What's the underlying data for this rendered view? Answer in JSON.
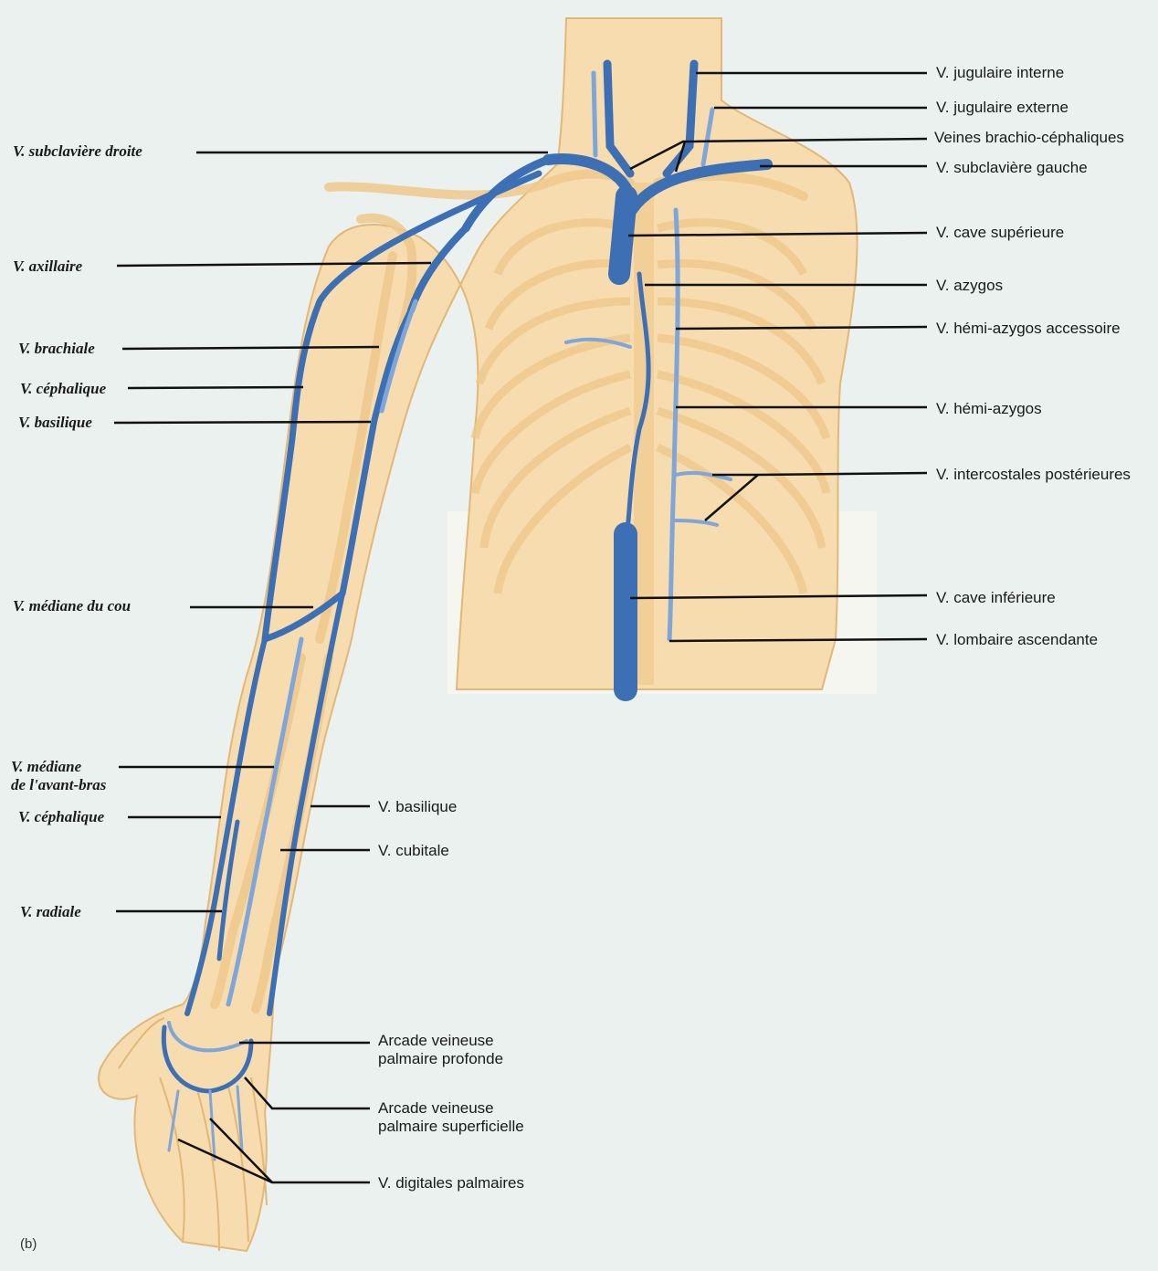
{
  "figure": {
    "panel_letter": "(b)",
    "colors": {
      "background": "#eaf1ee",
      "skin": "#f6dcae",
      "skin_outline": "#e2b878",
      "bone": "#f1d29e",
      "vein": "#3d6fb4",
      "vein_light": "#7ea6d8",
      "leader": "#111111"
    }
  },
  "labels_left": [
    {
      "id": "subclaviere-droite",
      "text": "V. subclavière droite"
    },
    {
      "id": "axillaire",
      "text": "V. axillaire"
    },
    {
      "id": "brachiale",
      "text": "V. brachiale"
    },
    {
      "id": "cephalique-bras",
      "text": "V. céphalique"
    },
    {
      "id": "basilique-bras",
      "text": "V. basilique"
    },
    {
      "id": "mediane-cou",
      "text": "V. médiane du cou"
    },
    {
      "id": "mediane-avant-bras",
      "text": "V. médiane",
      "text2": "de l'avant-bras"
    },
    {
      "id": "cephalique-avant-bras",
      "text": "V. céphalique"
    },
    {
      "id": "radiale",
      "text": "V. radiale"
    }
  ],
  "labels_right": [
    {
      "id": "jugulaire-interne",
      "text": "V. jugulaire interne"
    },
    {
      "id": "jugulaire-externe",
      "text": "V. jugulaire externe"
    },
    {
      "id": "brachio-cephaliques",
      "text": "Veines brachio-céphaliques"
    },
    {
      "id": "subclaviere-gauche",
      "text": "V. subclavière gauche"
    },
    {
      "id": "cave-superieure",
      "text": "V. cave supérieure"
    },
    {
      "id": "azygos",
      "text": "V. azygos"
    },
    {
      "id": "hemi-azygos-accessoire",
      "text": "V. hémi-azygos accessoire"
    },
    {
      "id": "hemi-azygos",
      "text": "V. hémi-azygos"
    },
    {
      "id": "intercostales",
      "text": "V. intercostales postérieures"
    },
    {
      "id": "cave-inferieure",
      "text": "V. cave inférieure"
    },
    {
      "id": "lombaire",
      "text": "V. lombaire ascendante"
    }
  ],
  "labels_middle": [
    {
      "id": "basilique-avant-bras",
      "text": "V. basilique"
    },
    {
      "id": "cubitale",
      "text": "V. cubitale"
    },
    {
      "id": "arcade-profonde",
      "text": "Arcade veineuse",
      "text2": "palmaire profonde"
    },
    {
      "id": "arcade-superficielle",
      "text": "Arcade veineuse",
      "text2": "palmaire superficielle"
    },
    {
      "id": "digitales",
      "text": "V. digitales palmaires"
    }
  ]
}
